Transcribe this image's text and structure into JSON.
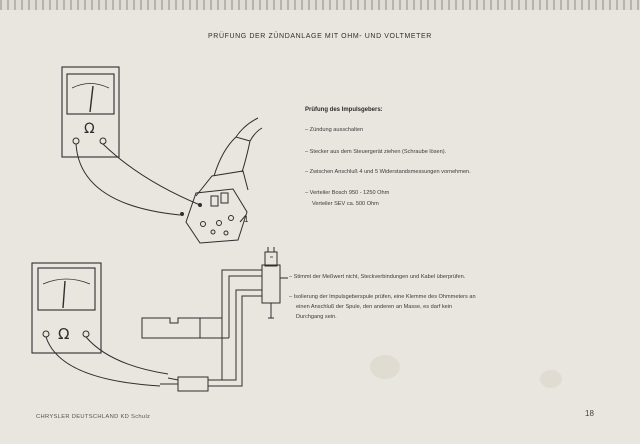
{
  "heading": "PRÜFUNG DER ZÜNDANLAGE MIT OHM- UND VOLTMETER",
  "section1": {
    "title": "Prüfung des Impulsgebers:",
    "steps": [
      "– Zündung ausschalten",
      "– Stecker aus dem Steuergerät ziehen (Schraube lösen).",
      "– Zwischen Anschluß 4 und 5 Widerstandsmessungen vornehmen.",
      "– Verteiler Bosch 950 - 1250 Ohm",
      "Verteiler SEV   ca. 500 Ohm"
    ]
  },
  "diagram_label": "1",
  "section2": {
    "steps": [
      "– Stimmt der Meßwert nicht, Steckverbindungen und Kabel überprüfen.",
      "– Isolierung der Impulsgeberspule prüfen, eine Klemme des Ohmmeters an",
      "einen Anschluß der Spule, den anderen an Masse, es darf kein",
      "Durchgang sein."
    ]
  },
  "meter_symbol": "Ω",
  "footer": "CHRYSLER DEUTSCHLAND KD Schulz",
  "page_number": "18"
}
